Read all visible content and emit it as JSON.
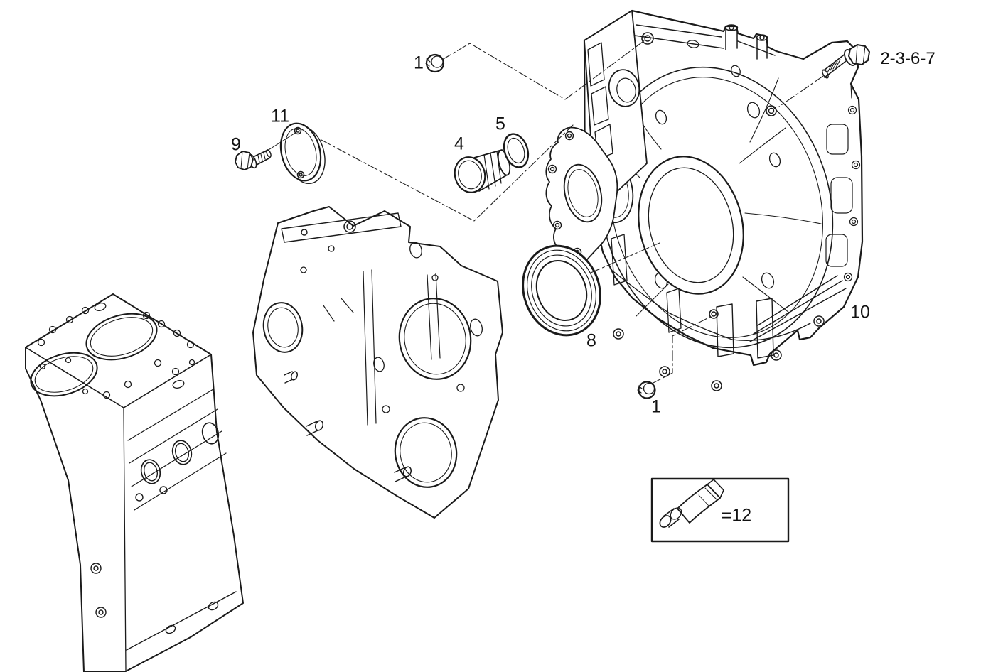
{
  "diagram": {
    "kind": "engine-exploded-parts-diagram",
    "background_color": "#ffffff",
    "line_color": "#1a1a1a"
  },
  "callouts": {
    "pin_top": "1",
    "bolt_group": "2-3-6-7",
    "bolt_cover": "9",
    "inspection_cover": "11",
    "screw_plug": "4",
    "gasket_ring": "5",
    "shaft_seal": "8",
    "flywheel_housing": "10",
    "pin_bottom": "1",
    "sealant_tube": "=12"
  }
}
